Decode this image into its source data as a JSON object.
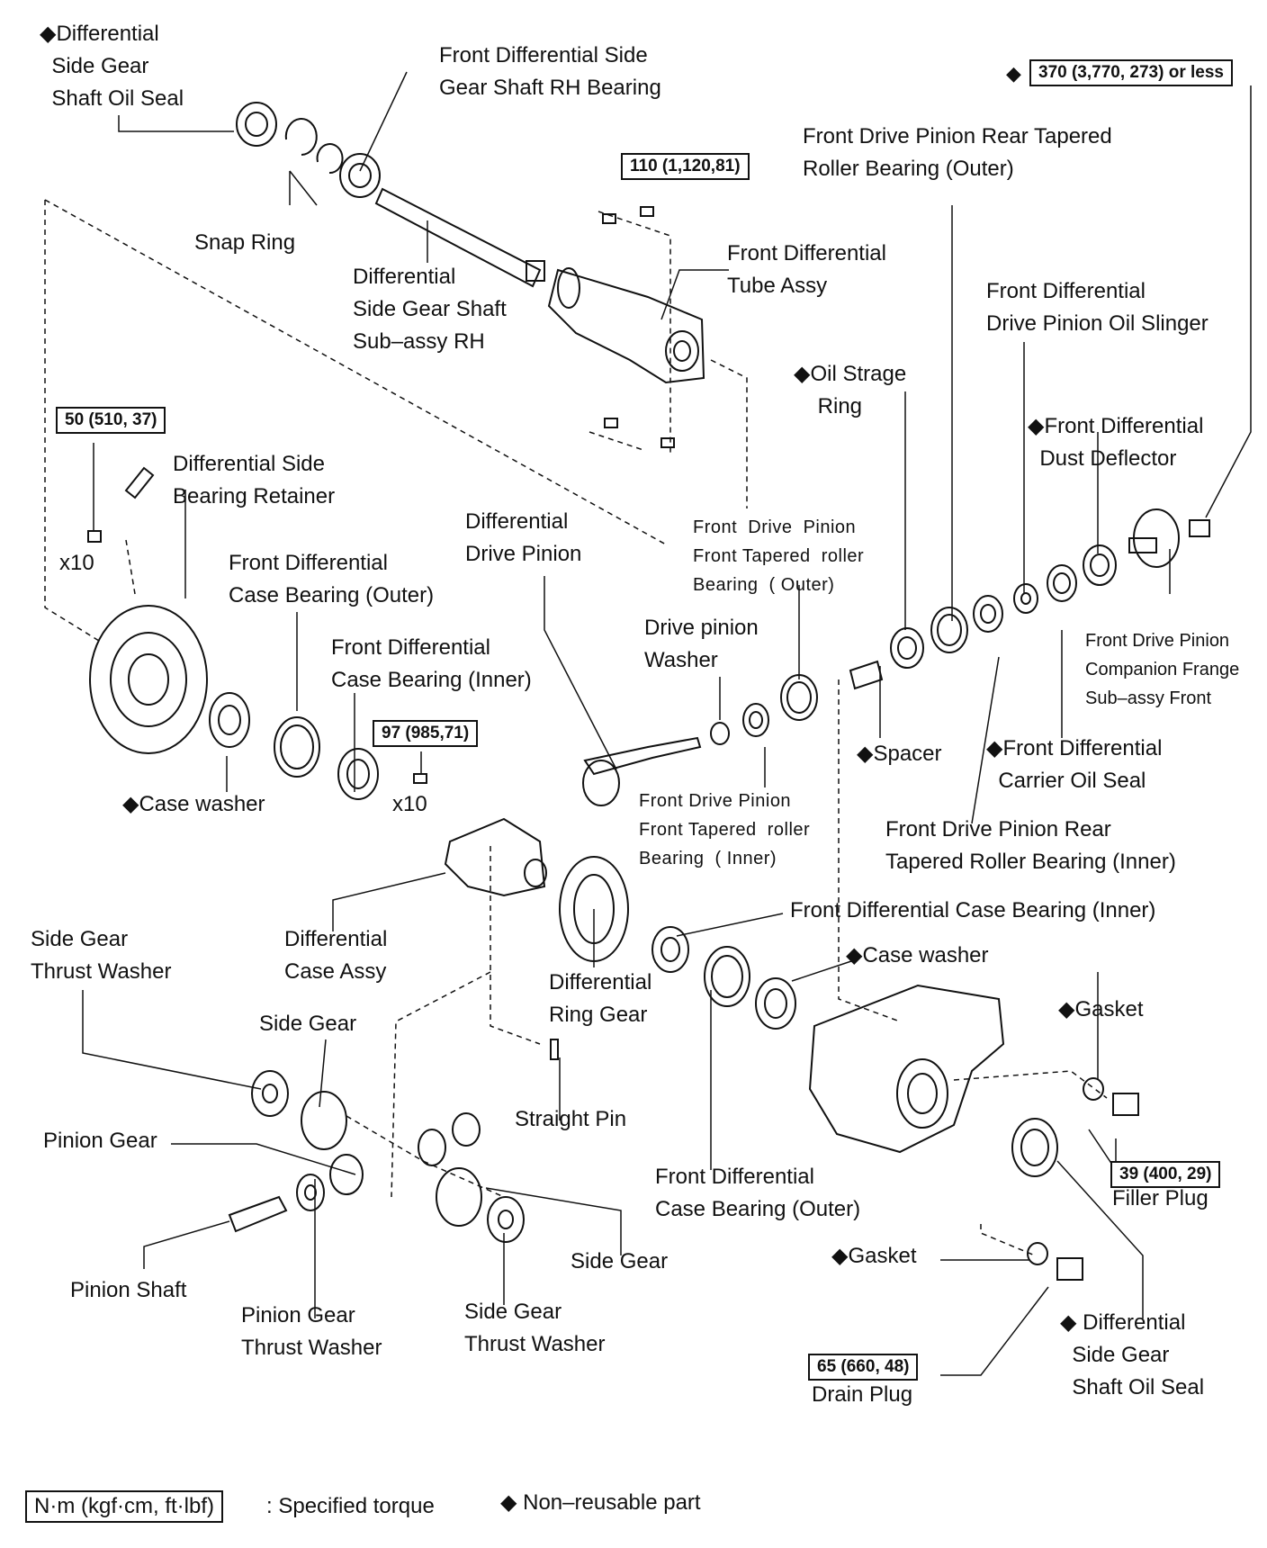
{
  "labels": {
    "oil_seal_top": "◆Differential\n  Side Gear\n  Shaft Oil Seal",
    "rh_bearing": "Front Differential Side\nGear Shaft RH Bearing",
    "snap_ring": "Snap Ring",
    "side_gear_shaft": "Differential\nSide Gear Shaft\nSub–assy RH",
    "tube_assy": "Front Differential\nTube Assy",
    "rear_tapered_outer": "Front Drive Pinion Rear Tapered\nRoller Bearing (Outer)",
    "oil_slinger": "Front Differential\nDrive Pinion Oil Slinger",
    "oil_strage": "◆Oil Strage\n    Ring",
    "dust_deflector": "◆Front Differential\n  Dust Deflector",
    "side_bearing_retainer": "Differential Side\nBearing Retainer",
    "x10_a": "x10",
    "case_bearing_outer_a": "Front Differential\nCase Bearing (Outer)",
    "drive_pinion": "Differential\nDrive Pinion",
    "front_tapered_outer": "Front  Drive  Pinion\nFront Tapered  roller\nBearing  ( Outer)",
    "drive_pinion_washer": "Drive pinion\nWasher",
    "companion_flange": "Front Drive Pinion\nCompanion Frange\nSub–assy Front",
    "case_bearing_inner_a": "Front Differential\nCase Bearing (Inner)",
    "case_washer_a": "◆Case washer",
    "x10_b": "x10",
    "front_tapered_inner": "Front Drive Pinion\nFront Tapered  roller\nBearing  ( Inner)",
    "spacer": "◆Spacer",
    "carrier_oil_seal": "◆Front Differential\n  Carrier Oil Seal",
    "rear_roller_inner": "Front Drive Pinion Rear\nTapered Roller Bearing (Inner)",
    "case_bearing_inner_b": "Front Differential Case Bearing (Inner)",
    "side_gear_thrust_washer_a": "Side Gear\nThrust Washer",
    "case_assy": "Differential\nCase Assy",
    "ring_gear": "Differential\nRing Gear",
    "case_washer_b": "◆Case washer",
    "gasket_a": "◆Gasket",
    "side_gear_a": "Side Gear",
    "straight_pin": "Straight Pin",
    "pinion_gear": "Pinion Gear",
    "filler_plug": "Filler Plug",
    "case_bearing_outer_b": "Front Differential\nCase Bearing (Outer)",
    "side_gear_b": "Side Gear",
    "gasket_b": "◆Gasket",
    "pinion_shaft": "Pinion Shaft",
    "pinion_gear_thrust_washer": "Pinion Gear\nThrust Washer",
    "side_gear_thrust_washer_b": "Side Gear\nThrust Washer",
    "oil_seal_bottom": "◆ Differential\n  Side Gear\n  Shaft Oil Seal",
    "drain_plug": "Drain Plug"
  },
  "torques": {
    "t370": "370 (3,770, 273) or less",
    "t110": "110 (1,120,81)",
    "t50": "50 (510, 37)",
    "t97": "97 (985,71)",
    "t39": "39 (400, 29)",
    "t65": "65 (660, 48)"
  },
  "diamond": "◆",
  "legend": {
    "unit_box": "N·m (kgf·cm, ft·lbf)",
    "unit_text": ": Specified torque",
    "nonreusable": "◆ Non–reusable part"
  }
}
